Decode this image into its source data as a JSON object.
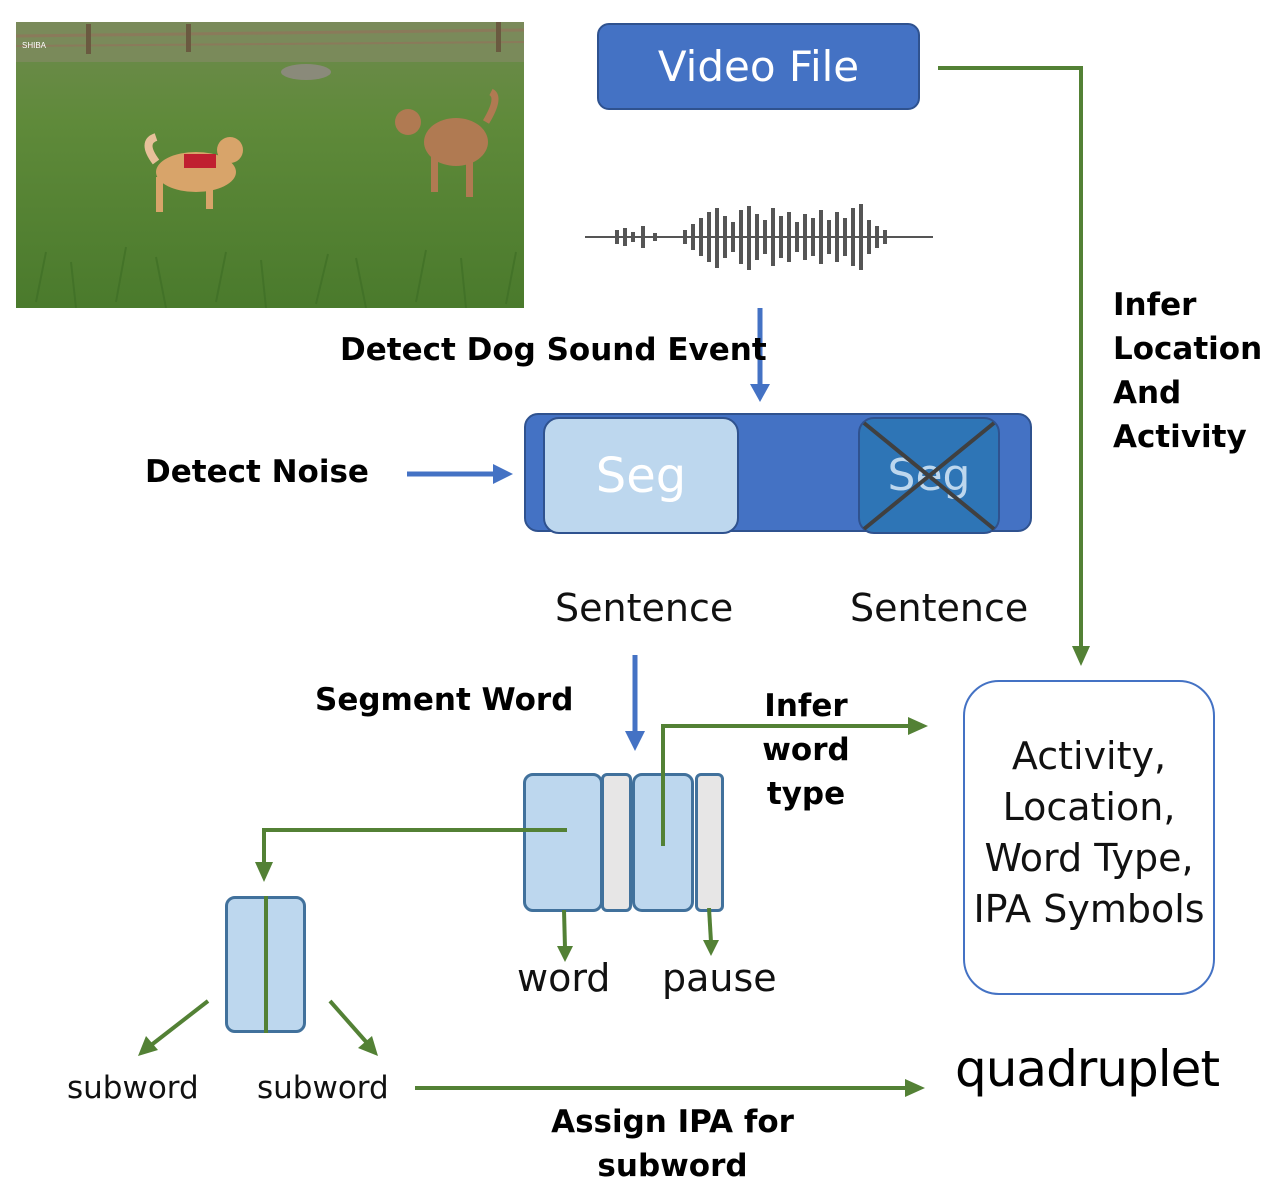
{
  "video_file_label": "Video File",
  "detect_dog_sound_event": "Detect Dog Sound Event",
  "detect_noise": "Detect Noise",
  "seg_kept": "Seg",
  "seg_noise": "Seg",
  "sentence_1": "Sentence",
  "sentence_2": "Sentence",
  "infer_location_activity": [
    "Infer",
    "Location",
    "And",
    "Activity"
  ],
  "segment_word": "Segment Word",
  "infer_word_type": [
    "Infer word",
    "type"
  ],
  "result_lines": [
    "Activity,",
    "Location,",
    "Word Type,",
    "IPA Symbols"
  ],
  "word_label": "word",
  "pause_label": "pause",
  "subword_1": "subword",
  "subword_2": "subword",
  "quadruplet": "quadruplet",
  "assign_ipa": [
    "Assign IPA for",
    "subword"
  ],
  "photo_watermark": "SHIBA",
  "colors": {
    "blue_arrow": "#4472c4",
    "green_arrow": "#538135",
    "box_blue": "#4472c4",
    "seg_light": "#bdd7ee"
  }
}
